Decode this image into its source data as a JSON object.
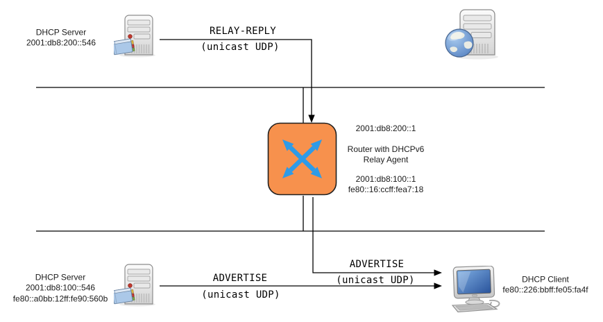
{
  "nodes": {
    "dhcp_server_top": {
      "name": "DHCP Server",
      "address": "2001:db8:200::546"
    },
    "web_server": {
      "icon": "server-tower-with-globe-icon"
    },
    "router": {
      "address_top": "2001:db8:200::1",
      "role_line1": "Router with DHCPv6",
      "role_line2": "Relay Agent",
      "address_bottom_global": "2001:db8:100::1",
      "address_bottom_linklocal": "fe80::16:ccff:fea7:18"
    },
    "dhcp_server_bottom": {
      "name": "DHCP Server",
      "address_global": "2001:db8:100::546",
      "address_linklocal": "fe80::a0bb:12ff:fe90:560b"
    },
    "dhcp_client": {
      "name": "DHCP Client",
      "address": "fe80::226:bbff:fe05:fa4f"
    }
  },
  "messages": {
    "relay_reply": {
      "name": "RELAY-REPLY",
      "transport": "(unicast UDP)"
    },
    "advertise_relayed": {
      "name": "ADVERTISE",
      "transport": "(unicast UDP)"
    },
    "advertise_direct": {
      "name": "ADVERTISE",
      "transport": "(unicast UDP)"
    }
  },
  "colors": {
    "router_fill": "#F7914D",
    "router_border": "#1F1F1F",
    "arrow_blue": "#2E9BE8",
    "line": "#000000",
    "background": "#FFFFFF"
  },
  "icons": {
    "dhcp_server_top": "server-tower-with-book-icon",
    "dhcp_server_bottom": "server-tower-with-book-icon",
    "web_server": "server-tower-with-globe-icon",
    "router": "crossed-arrows-router-icon",
    "dhcp_client": "desktop-computer-icon"
  }
}
